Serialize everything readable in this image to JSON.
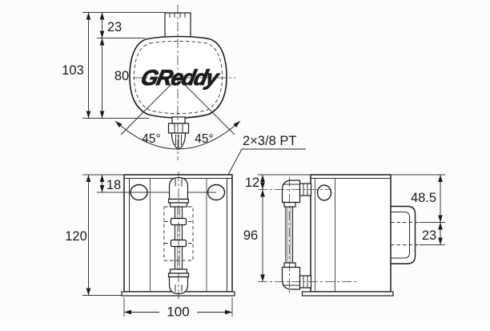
{
  "page": {
    "background": "#fcfcfa",
    "line_color": "#1b1b1b"
  },
  "drawing": {
    "logo_text": "GReddy",
    "callout": {
      "label": "2×3/8 PT"
    },
    "top_view": {
      "dim_overall_height": "103",
      "dim_cap_height": "23",
      "dim_body_height": "80",
      "dim_angle_left": "45°",
      "dim_angle_right": "45°"
    },
    "front_view": {
      "dim_port_offset": "18",
      "dim_height": "120",
      "dim_width": "100"
    },
    "side_view": {
      "dim_fitting_offset": "12",
      "dim_fitting_span": "96",
      "dim_upper": "48.5",
      "dim_lower": "23"
    }
  }
}
